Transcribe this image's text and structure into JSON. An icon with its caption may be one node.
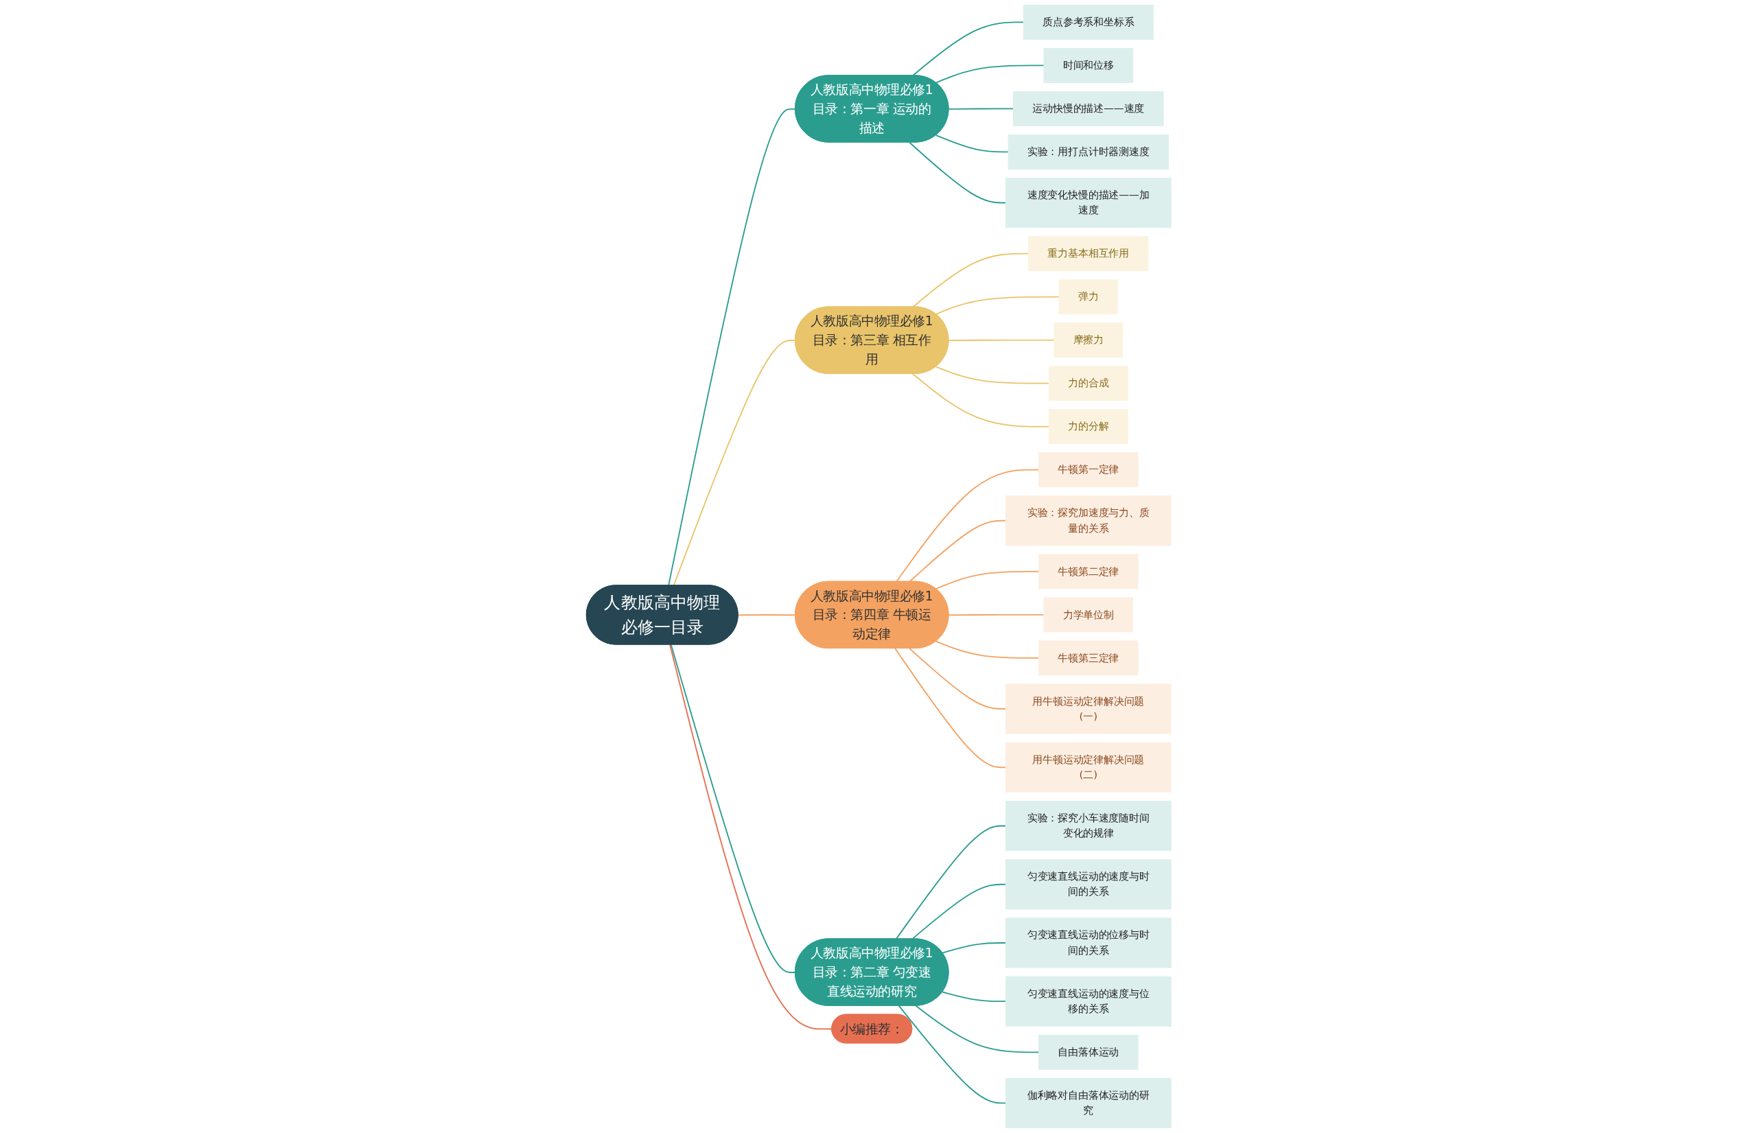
{
  "diagram": {
    "nodes": [
      {
        "text": [
          "人教版高中物理必修一目录"
        ]
      },
      {
        "text": [
          "人教版高中物理必修1目录：第一章 运动的描述"
        ]
      },
      {
        "text": [
          "质点参考系和坐标系"
        ]
      },
      {
        "text": [
          "时间和位移"
        ]
      },
      {
        "text": [
          "运动快慢的描述——速度"
        ]
      },
      {
        "text": [
          "实验：用打点计时器测速度"
        ]
      },
      {
        "text": [
          "速度变化快慢的描述——加速度"
        ]
      },
      {
        "text": [
          "人教版高中物理必修1目录：第三章 相互作用"
        ]
      },
      {
        "text": [
          "重力基本相互作用"
        ]
      },
      {
        "text": [
          "弹力"
        ]
      },
      {
        "text": [
          "摩擦力"
        ]
      },
      {
        "text": [
          "力的合成"
        ]
      },
      {
        "text": [
          "力的分解"
        ]
      },
      {
        "text": [
          "人教版高中物理必修1目录：第四章 牛顿运动定律"
        ]
      },
      {
        "text": [
          "牛顿第一定律"
        ]
      },
      {
        "text": [
          "实验：探究加速度与力、质量的关系"
        ]
      },
      {
        "text": [
          "牛顿第二定律"
        ]
      },
      {
        "text": [
          "力学单位制"
        ]
      },
      {
        "text": [
          "牛顿第三定律"
        ]
      },
      {
        "text": [
          "用牛顿运动定律解决问题(一)"
        ]
      },
      {
        "text": [
          "用牛顿运动定律解决问题(二)"
        ]
      },
      {
        "text": [
          "人教版高中物理必修1目录：第二章 匀变速直线运动的研究"
        ]
      },
      {
        "text": [
          "实验：探究小车速度随时间变化的规律"
        ]
      },
      {
        "text": [
          "匀变速直线运动的速度与时间的关系"
        ]
      },
      {
        "text": [
          "匀变速直线运动的位移与时间的关系"
        ]
      },
      {
        "text": [
          "匀变速直线运动的速度与位移的关系"
        ]
      },
      {
        "text": [
          "自由落体运动"
        ]
      },
      {
        "text": [
          "伽利略对自由落体运动的研究"
        ]
      },
      {
        "text": [
          "小编推荐："
        ]
      }
    ],
    "edges": [
      {
        "from": 0,
        "to": 1,
        "arrow": "none"
      },
      {
        "from": 1,
        "to": 2,
        "arrow": "none"
      },
      {
        "from": 1,
        "to": 3,
        "arrow": "none"
      },
      {
        "from": 1,
        "to": 4,
        "arrow": "none"
      },
      {
        "from": 1,
        "to": 5,
        "arrow": "none"
      },
      {
        "from": 1,
        "to": 6,
        "arrow": "none"
      },
      {
        "from": 0,
        "to": 7,
        "arrow": "none",
        "color": "#e9c46a"
      },
      {
        "from": 7,
        "to": 8,
        "arrow": "none",
        "color": "#e9c46a"
      },
      {
        "from": 7,
        "to": 9,
        "arrow": "none",
        "color": "#e9c46a"
      },
      {
        "from": 7,
        "to": 10,
        "arrow": "none",
        "color": "#e9c46a"
      },
      {
        "from": 7,
        "to": 11,
        "arrow": "none",
        "color": "#e9c46a"
      },
      {
        "from": 7,
        "to": 12,
        "arrow": "none",
        "color": "#e9c46a"
      },
      {
        "from": 0,
        "to": 13,
        "arrow": "none",
        "color": "#f4a261"
      },
      {
        "from": 13,
        "to": 14,
        "arrow": "none",
        "color": "#f4a261"
      },
      {
        "from": 13,
        "to": 15,
        "arrow": "none",
        "color": "#f4a261"
      },
      {
        "from": 13,
        "to": 16,
        "arrow": "none",
        "color": "#f4a261"
      },
      {
        "from": 13,
        "to": 17,
        "arrow": "none",
        "color": "#f4a261"
      },
      {
        "from": 13,
        "to": 18,
        "arrow": "none",
        "color": "#f4a261"
      },
      {
        "from": 13,
        "to": 19,
        "arrow": "none",
        "color": "#f4a261"
      },
      {
        "from": 13,
        "to": 20,
        "arrow": "none",
        "color": "#f4a261"
      },
      {
        "from": 0,
        "to": 21,
        "arrow": "none"
      },
      {
        "from": 21,
        "to": 22,
        "arrow": "none"
      },
      {
        "from": 21,
        "to": 23,
        "arrow": "none"
      },
      {
        "from": 21,
        "to": 24,
        "arrow": "none"
      },
      {
        "from": 21,
        "to": 25,
        "arrow": "none"
      },
      {
        "from": 21,
        "to": 26,
        "arrow": "none"
      },
      {
        "from": 21,
        "to": 27,
        "arrow": "none"
      },
      {
        "from": 0,
        "to": 28,
        "arrow": "none",
        "color": "#e76f51"
      }
    ]
  }
}
